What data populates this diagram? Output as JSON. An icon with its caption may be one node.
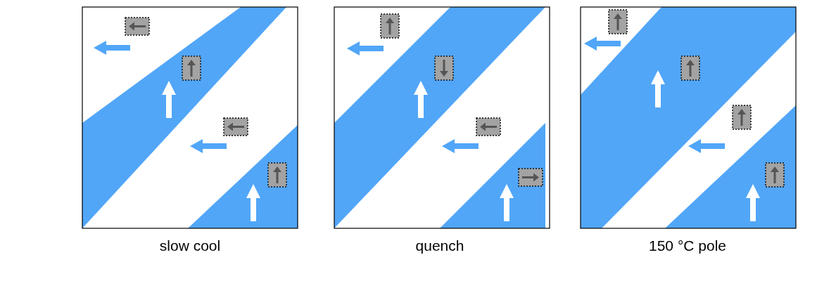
{
  "diagram": {
    "labels": [
      "slow cool",
      "quench",
      "150 °C pole"
    ]
  }
}
